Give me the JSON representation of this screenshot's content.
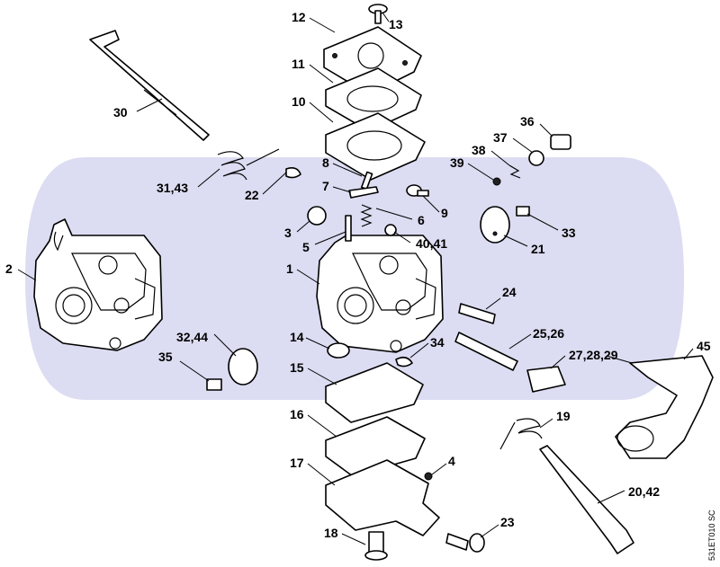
{
  "watermark": {
    "color": "#dcdcf2"
  },
  "code": "531ET010 SC",
  "callouts": [
    {
      "id": "12",
      "label": "12"
    },
    {
      "id": "13",
      "label": "13"
    },
    {
      "id": "11",
      "label": "11"
    },
    {
      "id": "10",
      "label": "10"
    },
    {
      "id": "30",
      "label": "30"
    },
    {
      "id": "36",
      "label": "36"
    },
    {
      "id": "37",
      "label": "37"
    },
    {
      "id": "38",
      "label": "38"
    },
    {
      "id": "39",
      "label": "39"
    },
    {
      "id": "8",
      "label": "8"
    },
    {
      "id": "7",
      "label": "7"
    },
    {
      "id": "9",
      "label": "9"
    },
    {
      "id": "31_43",
      "label": "31,43"
    },
    {
      "id": "22",
      "label": "22"
    },
    {
      "id": "6",
      "label": "6"
    },
    {
      "id": "3",
      "label": "3"
    },
    {
      "id": "33",
      "label": "33"
    },
    {
      "id": "5",
      "label": "5"
    },
    {
      "id": "40_41",
      "label": "40,41"
    },
    {
      "id": "21",
      "label": "21"
    },
    {
      "id": "2",
      "label": "2"
    },
    {
      "id": "1",
      "label": "1"
    },
    {
      "id": "24",
      "label": "24"
    },
    {
      "id": "32_44",
      "label": "32,44"
    },
    {
      "id": "14",
      "label": "14"
    },
    {
      "id": "34",
      "label": "34"
    },
    {
      "id": "25_26",
      "label": "25,26"
    },
    {
      "id": "35",
      "label": "35"
    },
    {
      "id": "27_28_29",
      "label": "27,28,29"
    },
    {
      "id": "45",
      "label": "45"
    },
    {
      "id": "15",
      "label": "15"
    },
    {
      "id": "16",
      "label": "16"
    },
    {
      "id": "19",
      "label": "19"
    },
    {
      "id": "4",
      "label": "4"
    },
    {
      "id": "17",
      "label": "17"
    },
    {
      "id": "20_42",
      "label": "20,42"
    },
    {
      "id": "23",
      "label": "23"
    },
    {
      "id": "18",
      "label": "18"
    }
  ]
}
